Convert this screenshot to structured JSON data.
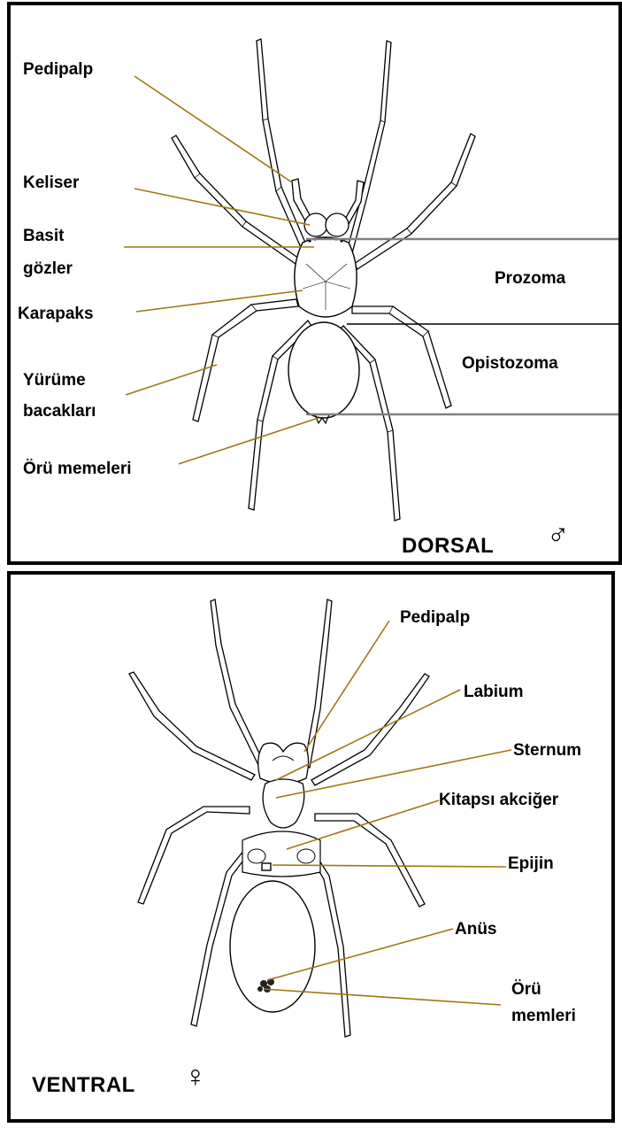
{
  "dorsal": {
    "view_label": "DORSAL",
    "sex_symbol": "♂",
    "labels": {
      "pedipalp": "Pedipalp",
      "keliser": "Keliser",
      "basit_1": "Basit",
      "basit_2": "gözler",
      "karapaks": "Karapaks",
      "yurume_1": "Yürüme",
      "yurume_2": "bacakları",
      "oru": "Örü memeleri",
      "prozoma": "Prozoma",
      "opistozoma": "Opistozoma"
    }
  },
  "ventral": {
    "view_label": "VENTRAL",
    "sex_symbol": "♀",
    "labels": {
      "pedipalp": "Pedipalp",
      "labium": "Labium",
      "sternum": "Sternum",
      "kitapsi": "Kitapsı akciğer",
      "epijin": "Epijin",
      "anus": "Anüs",
      "oru_1": "Örü",
      "oru_2": "memleri"
    }
  },
  "colors": {
    "leader_line": "#a07810",
    "frame": "#000000",
    "divider": "#808080"
  }
}
